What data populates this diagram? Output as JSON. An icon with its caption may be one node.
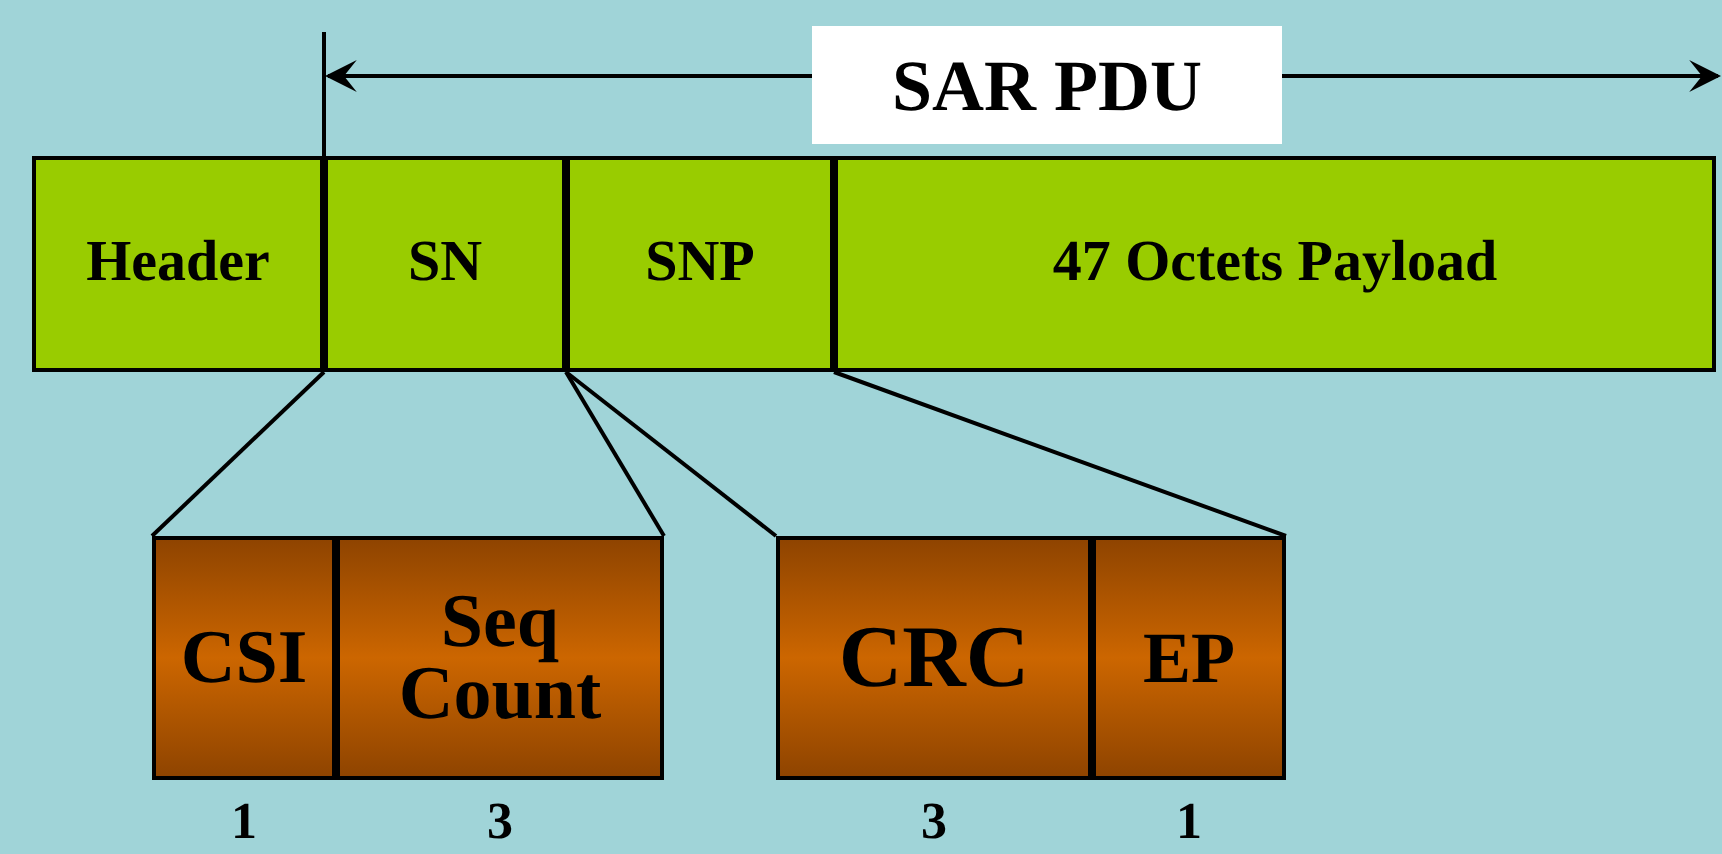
{
  "diagram": {
    "nodes": [
      {
        "text": [
          "Header"
        ]
      },
      {
        "text": [
          "SN"
        ]
      },
      {
        "text": [
          "SNP"
        ]
      },
      {
        "text": [
          "47 Octets Payload"
        ]
      },
      {
        "text": [
          "CSI"
        ],
        "beside": [
          "1"
        ]
      },
      {
        "text": [
          "Seq Count"
        ],
        "beside": [
          "3"
        ]
      },
      {
        "text": [
          "CRC"
        ],
        "beside": [
          "3"
        ]
      },
      {
        "text": [
          "EP"
        ],
        "beside": [
          "1"
        ]
      }
    ],
    "edges": [
      {
        "from": 1,
        "to": 4,
        "arrow": "none"
      },
      {
        "from": 1,
        "to": 5,
        "arrow": "none"
      },
      {
        "from": 2,
        "to": 6,
        "arrow": "none"
      },
      {
        "from": 2,
        "to": 7,
        "arrow": "none"
      }
    ],
    "labels": [
      "SAR PDU"
    ]
  }
}
